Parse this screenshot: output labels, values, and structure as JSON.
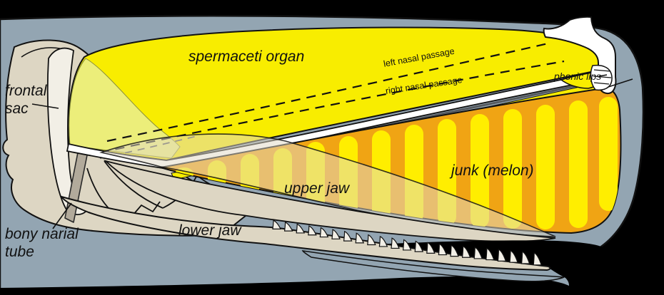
{
  "diagram": {
    "labels": {
      "frontal_sac": "frontal sac",
      "spermaceti_organ": "spermaceti organ",
      "left_nasal_passage": "left nasal passage",
      "right_nasal_passage": "right nasal passage",
      "phonic_lips": "phonic lips",
      "junk_melon": "junk (melon)",
      "upper_jaw": "upper jaw",
      "lower_jaw": "lower jaw",
      "bony_narial_tube": "bony narial tube"
    },
    "colors": {
      "background": "#000000",
      "body_gray": "#93a5b2",
      "bone_beige": "#ddd6c3",
      "sac_white": "#f2efe6",
      "spermaceti_yellow": "#f8ed00",
      "pale_yellow": "#ecee7a",
      "junk_orange": "#f0a414",
      "stripe_yellow": "#ffee00",
      "passage_white": "#ffffff",
      "tooth_white": "#f2efe6",
      "narial_tube_gray": "#b2aa9b",
      "outline": "#111111",
      "label_text": "#111111"
    },
    "teeth": {
      "count": 23
    },
    "junk_stripes": {
      "count": 14
    }
  }
}
